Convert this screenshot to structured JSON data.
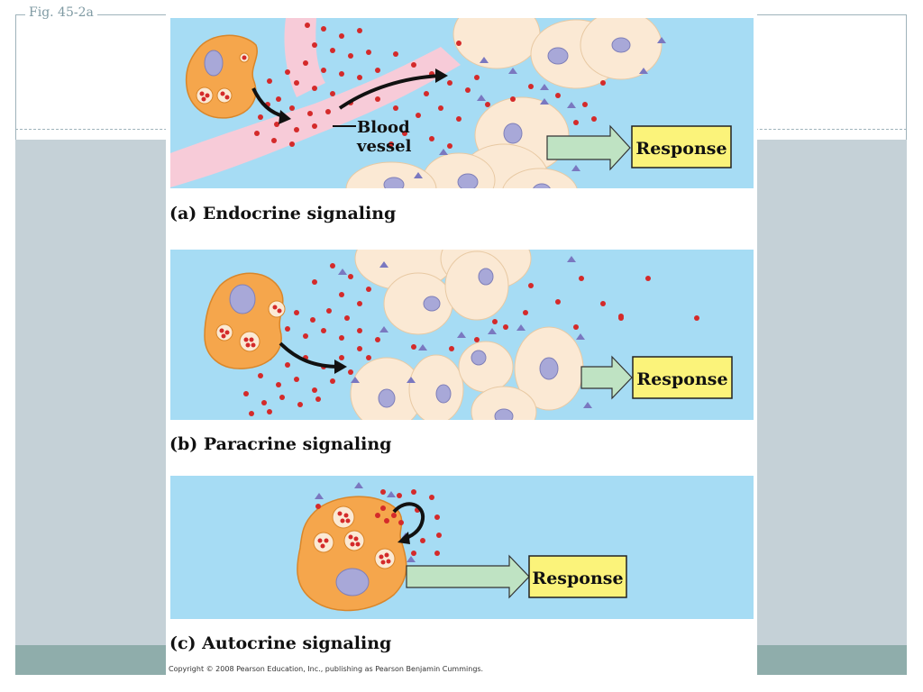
{
  "slide": {
    "figure_number": "Fig. 45-2a"
  },
  "panels": [
    {
      "caption": "(a) Endocrine signaling",
      "response_label": "Response",
      "vessel_label_line1": "Blood",
      "vessel_label_line2": "vessel"
    },
    {
      "caption": "(b) Paracrine signaling",
      "response_label": "Response"
    },
    {
      "caption": "(c) Autocrine signaling",
      "response_label": "Response"
    }
  ],
  "copyright": "Copyright © 2008 Pearson Education, Inc., publishing as Pearson Benjamin Cummings.",
  "colors": {
    "panel_background": "#a6dcf4",
    "secreting_cell": "#f5a64c",
    "target_cell": "#fbe9d4",
    "nucleus": "#a8a8d8",
    "hormone_dot": "#d42a2a",
    "blood_vessel": "#f7cbd8",
    "receptor": "#7a78c0",
    "response_box": "#fbf37a",
    "response_arrow": "#bfe3c3",
    "slide_band": "#c5d1d7",
    "footer_band": "#8fadab"
  },
  "icons": {
    "signal_arrow": "curved-black-arrow",
    "response_arrow": "green-block-arrow"
  }
}
